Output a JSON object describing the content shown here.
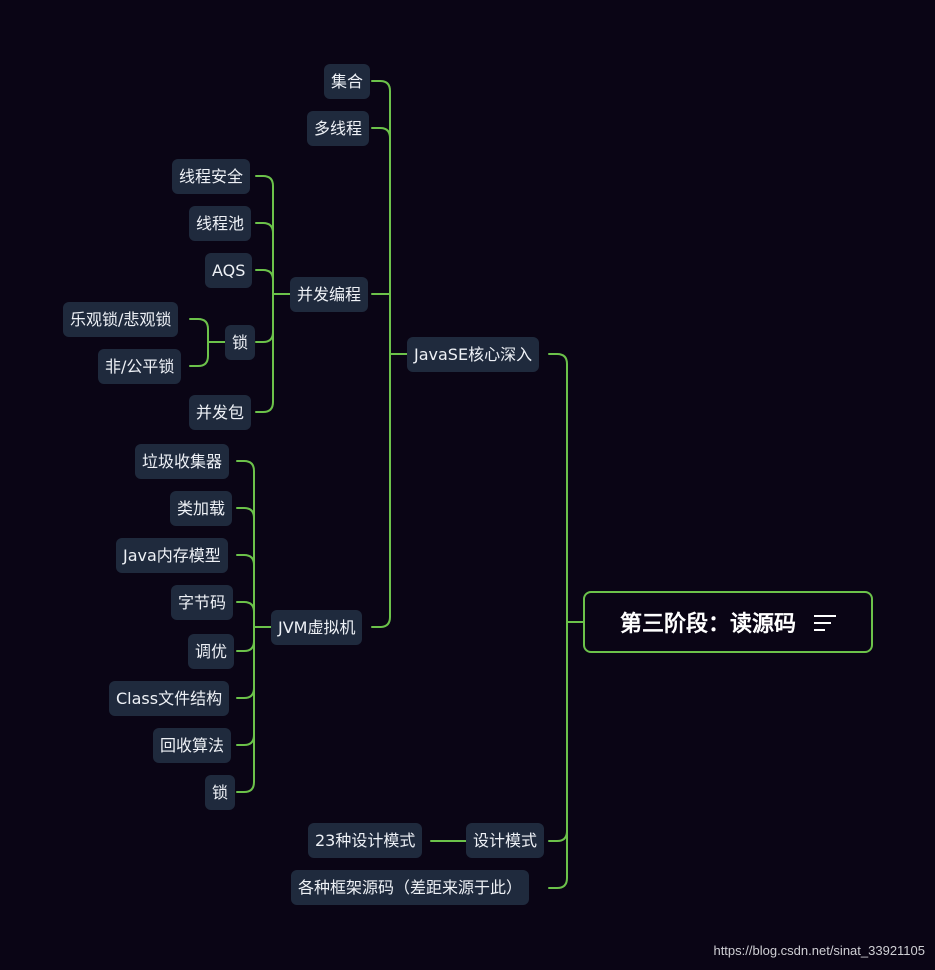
{
  "root": {
    "label": "第三阶段：读源码",
    "menu_icon": "menu-lines-icon"
  },
  "nodes": {
    "javase": "JavaSE核心深入",
    "collection": "集合",
    "multithread": "多线程",
    "concurrency": "并发编程",
    "thread_safety": "线程安全",
    "thread_pool": "线程池",
    "aqs": "AQS",
    "lock": "锁",
    "optimistic_pessimistic": "乐观锁/悲观锁",
    "fair_unfair": "非/公平锁",
    "concurrent_pkg": "并发包",
    "jvm": "JVM虚拟机",
    "gc": "垃圾收集器",
    "classloading": "类加载",
    "jmm": "Java内存模型",
    "bytecode": "字节码",
    "tuning": "调优",
    "class_structure": "Class文件结构",
    "reclaim_algo": "回收算法",
    "jvm_lock": "锁",
    "design_patterns": "设计模式",
    "patterns_23": "23种设计模式",
    "framework_source": "各种框架源码（差距来源于此）"
  },
  "colors": {
    "background": "#0a0515",
    "node": "#1f2a3d",
    "connector": "#6cc24a",
    "text": "#eef1f6"
  },
  "watermark": "https://blog.csdn.net/sinat_33921105"
}
